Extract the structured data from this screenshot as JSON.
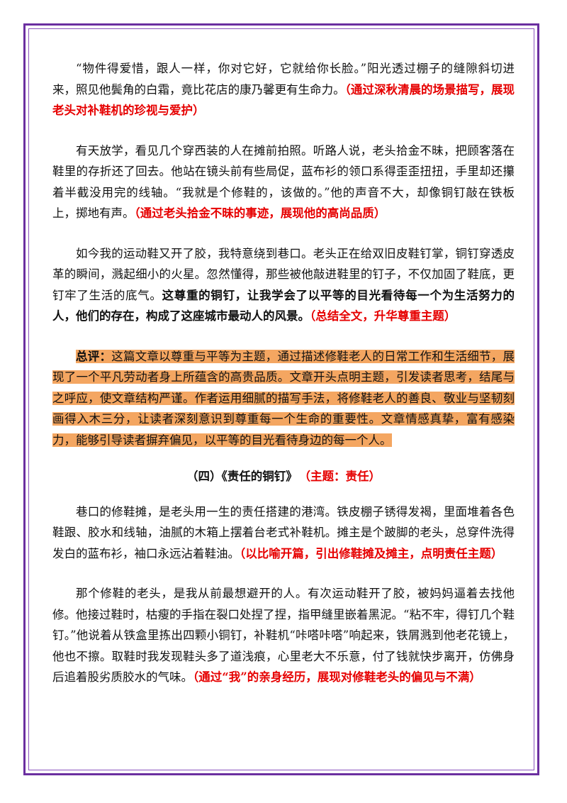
{
  "paragraphs": [
    {
      "text": "“物件得爱惜，跟人一样，你对它好，它就给你长脸。”阳光透过棚子的缝隙斜切进来，照见他鬓角的白霜，竟比花店的康乃馨更有生命力。",
      "note": "（通过深秋清晨的场景描写，展现老头对补鞋机的珍视与爱护）"
    },
    {
      "text": "有天放学，看见几个穿西装的人在摊前拍照。听路人说，老头拾金不昧，把顾客落在鞋里的存折还了回去。他站在镜头前有些局促，蓝布衫的领口系得歪歪扭扭，手里却还攥着半截没用完的线轴。“我就是个修鞋的，该做的。”他的声音不大，却像铜钉敲在铁板上，掷地有声。",
      "note": "（通过老头拾金不昧的事迹，展现他的高尚品质）"
    },
    {
      "text": "如今我的运动鞋又开了胶，我特意绕到巷口。老头正在给双旧皮鞋钉掌，铜钉穿透皮革的瞬间，溅起细小的火星。忽然懂得，那些被他敲进鞋里的钉子，不仅加固了鞋底，更钉牢了生活的底气。",
      "bold": "这尊重的铜钉，让我学会了以平等的目光看待每一个为生活努力的人，他们的存在，构成了这座城市最动人的风景。",
      "note": "（总结全文，升华尊重主题）"
    }
  ],
  "summary": {
    "label": "总评：",
    "text": "这篇文章以尊重与平等为主题，通过描述修鞋老人的日常工作和生活细节，展现了一个平凡劳动者身上所蕴含的高贵品质。文章开头点明主题，引发读者思考，结尾与之呼应，使文章结构严谨。作者运用细腻的描写手法，将修鞋老人的善良、敬业与坚韧刻画得入木三分，让读者深刻意识到尊重每一个生命的重要性。文章情感真挚，富有感染力，能够引导读者摒弃偏见，以平等的目光看待身边的每一个人。"
  },
  "section": {
    "title": "（四）《责任的铜钉》",
    "theme": "（主题：责任）"
  },
  "paragraphs2": [
    {
      "text": "巷口的修鞋摊，是老头用一生的责任搭建的港湾。铁皮棚子锈得发褐，里面堆着各色鞋跟、胶水和线轴，油腻的木箱上摆着台老式补鞋机。摊主是个跛脚的老头，总穿件洗得发白的蓝布衫，袖口永远沾着鞋油。",
      "note": "（以比喻开篇，引出修鞋摊及摊主，点明责任主题）"
    },
    {
      "text": "那个修鞋的老头，是我从前最想避开的人。有次运动鞋开了胶，被妈妈逼着去找他修。他接过鞋时，枯瘦的手指在裂口处捏了捏，指甲缝里嵌着黑泥。“粘不牢，得钉几个鞋钉。”他说着从铁盒里拣出四颗小铜钉，补鞋机“咔嗒咔嗒”响起来，铁屑溅到他老花镜上，他也不擦。取鞋时我发现鞋头多了道浅痕，心里老大不乐意，付了钱就快步离开，仿佛身后追着股劣质胶水的气味。",
      "note": "（通过“我”的亲身经历，展现对修鞋老头的偏见与不满）"
    }
  ],
  "colors": {
    "frame": "#6b2fa0",
    "note": "#e60000",
    "highlight": "#f4a661"
  }
}
